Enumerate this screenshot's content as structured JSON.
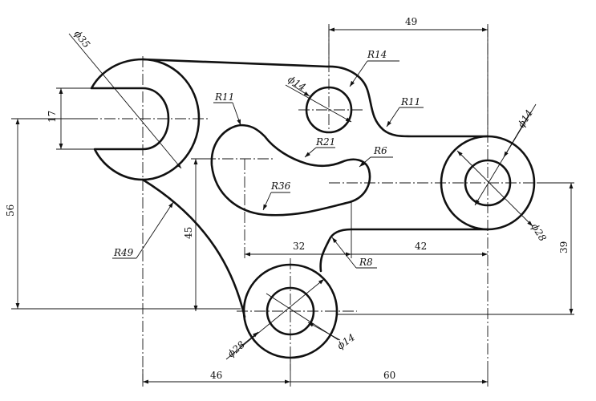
{
  "dimensions": {
    "d49": "49",
    "r14": "R14",
    "phi14_top": "ϕ14",
    "phi35": "ϕ35",
    "d17": "17",
    "r11_left": "R11",
    "r11_right": "R11",
    "phi14_right": "ϕ14",
    "r21": "R21",
    "r6": "R6",
    "r36": "R36",
    "d56": "56",
    "d45": "45",
    "r49": "R49",
    "d32": "32",
    "d42": "42",
    "phi28_right": "ϕ28",
    "d39": "39",
    "r8": "R8",
    "phi28_bottom": "ϕ28",
    "phi14_bottom": "ϕ14",
    "d46": "46",
    "d60": "60"
  }
}
